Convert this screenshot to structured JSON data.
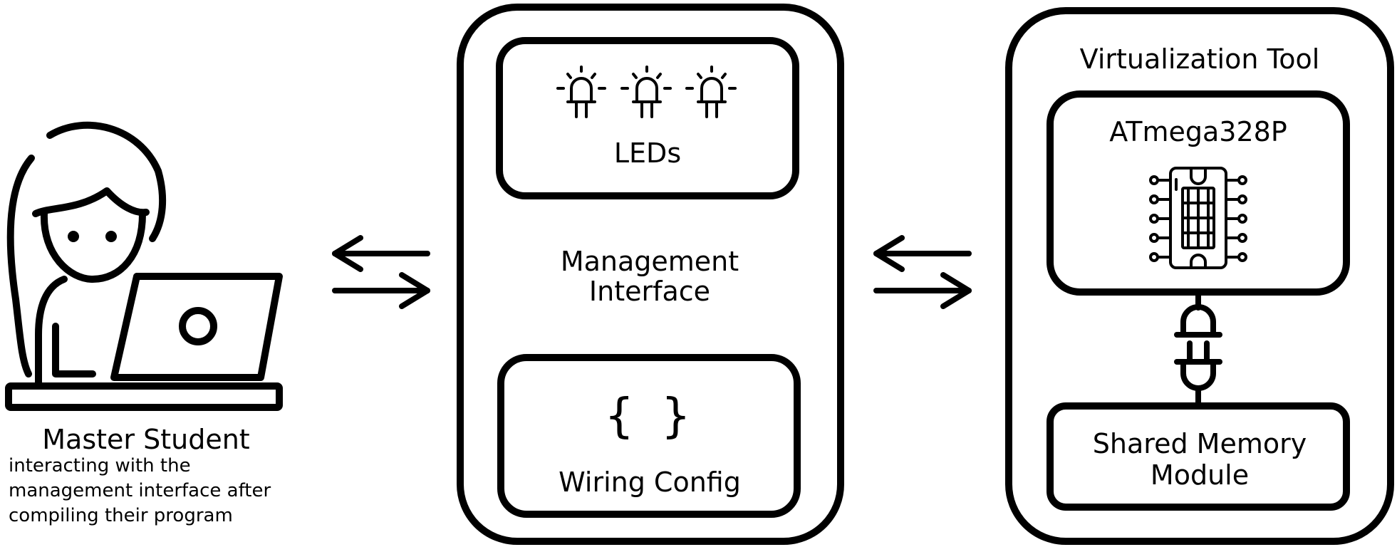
{
  "student": {
    "title": "Master Student",
    "description_lines": [
      "interacting with the",
      "management interface after",
      "compiling their program"
    ]
  },
  "management": {
    "title_lines": [
      "Management",
      "Interface"
    ],
    "leds_label": "LEDs",
    "wiring_icon": "{ }",
    "wiring_label": "Wiring Config"
  },
  "virtualization": {
    "title": "Virtualization Tool",
    "mcu_label": "ATmega328P",
    "shm_label_lines": [
      "Shared Memory",
      "Module"
    ]
  },
  "icons": {
    "student": "student-laptop-icon",
    "leds": "led-icon",
    "chip": "chip-icon",
    "plug": "plug-socket-icon",
    "arrows": "bidirectional-arrows-icon"
  },
  "colors": {
    "stroke": "#000000",
    "background": "#ffffff"
  }
}
